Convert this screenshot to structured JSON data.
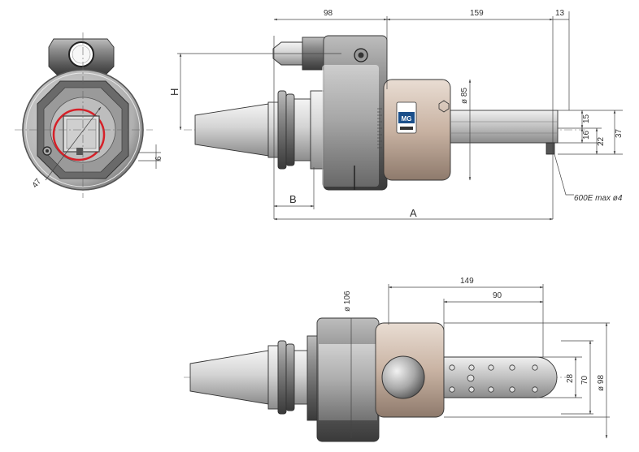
{
  "dimensions": {
    "length_98": "98",
    "length_159": "159",
    "length_13": "13",
    "height_h": "H",
    "label_b": "B",
    "label_a": "A",
    "dia_85": "ø 85",
    "v15": "15",
    "v16": "16",
    "v22": "22",
    "v37": "37",
    "insert_note": "600E max ø4",
    "r47": "47",
    "v6": "6",
    "len_149": "149",
    "len_90": "90",
    "dia_106": "ø 106",
    "v28": "28",
    "v70": "70",
    "dia_98": "ø 98"
  },
  "logo": {
    "text": "MG"
  },
  "colors": {
    "body_dark": "#5a5a5a",
    "body_mid": "#9a9a9a",
    "bronze": "#c8b2a2",
    "highlight": "#d62028",
    "logo_blue": "#1b4f8a"
  }
}
